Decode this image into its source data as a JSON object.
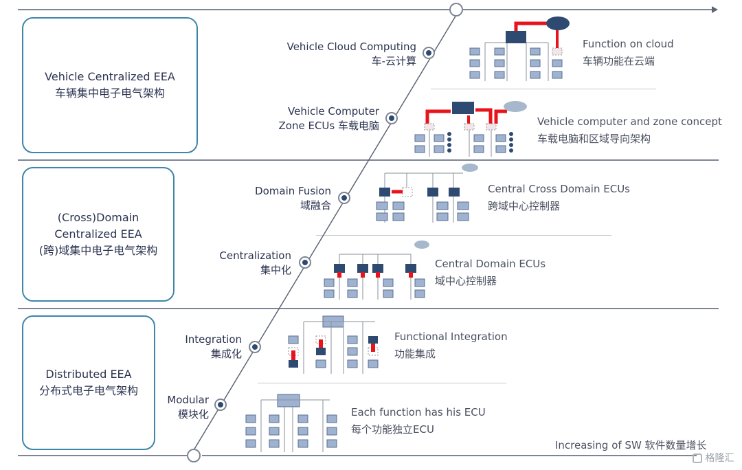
{
  "eras": [
    {
      "title_en": "Vehicle Centralized EEA",
      "title_cn": "车辆集中电子电气架构",
      "title_en2": ""
    },
    {
      "title_en": "(Cross)Domain",
      "title_en2": "Centralized EEA",
      "title_cn": "(跨)域集中电子电气架构"
    },
    {
      "title_en": "Distributed EEA",
      "title_cn": "分布式电子电气架构",
      "title_en2": ""
    }
  ],
  "steps": [
    {
      "label_en": "Vehicle Cloud Computing",
      "label_cn": "车-云计算",
      "desc_en": "Function on cloud",
      "desc_cn": "车辆功能在云端"
    },
    {
      "label_en": "Vehicle Computer",
      "label_cn": "Zone ECUs 车载电脑",
      "desc_en": "Vehicle computer and zone concept",
      "desc_cn": "车载电脑和区域导向架构"
    },
    {
      "label_en": "Domain Fusion",
      "label_cn": "域融合",
      "desc_en": "Central Cross Domain ECUs",
      "desc_cn": "跨域中心控制器"
    },
    {
      "label_en": "Centralization",
      "label_cn": "集中化",
      "desc_en": "Central Domain ECUs",
      "desc_cn": "域中心控制器"
    },
    {
      "label_en": "Integration",
      "label_cn": "集成化",
      "desc_en": "Functional Integration",
      "desc_cn": "功能集成"
    },
    {
      "label_en": "Modular",
      "label_cn": "模块化",
      "desc_en": "Each function has his ECU",
      "desc_cn": "每个功能独立ECU"
    }
  ],
  "axis_label": "Increasing of SW 软件数量增长",
  "watermark": "格隆汇",
  "colors": {
    "ecu_light": "#9fb3d1",
    "ecu_dark": "#2f4a70",
    "arrow": "#e8141b",
    "cloud_dark": "#2f4a70",
    "cloud_light": "#a8b8cc",
    "box_border": "#3d86a8",
    "line": "#7d8594"
  }
}
